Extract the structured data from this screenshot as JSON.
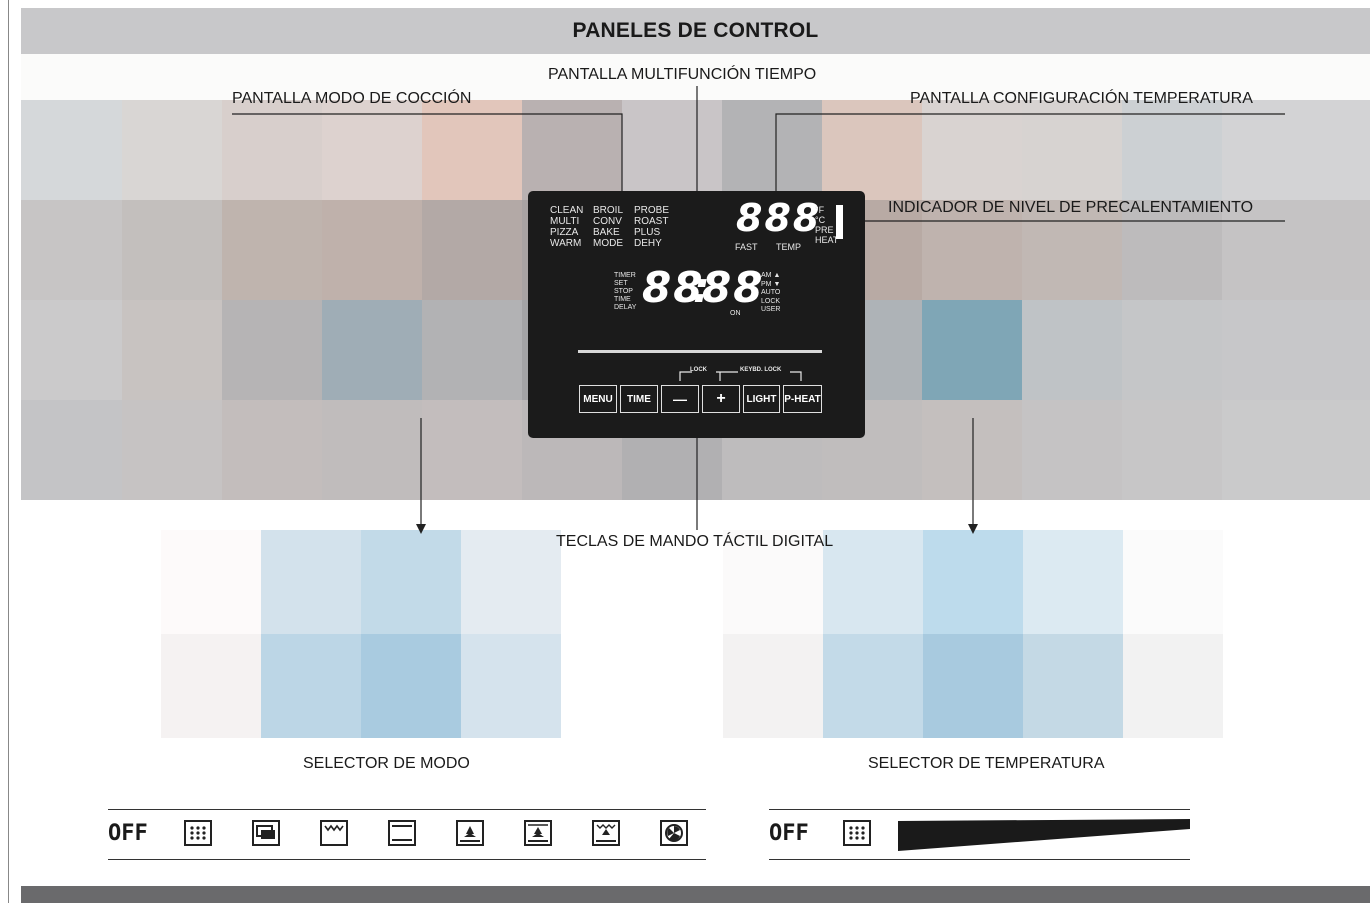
{
  "header": {
    "title": "PANELES DE CONTROL"
  },
  "callouts": {
    "cooking_mode_display": "PANTALLA MODO DE COCCIÓN",
    "multifunction_time_display": "PANTALLA MULTIFUNCIÓN TIEMPO",
    "temperature_setting_display": "PANTALLA CONFIGURACIÓN TEMPERATURA",
    "preheat_level_indicator": "INDICADOR DE NIVEL DE PRECALENTAMIENTO",
    "touch_keys": "TECLAS DE MANDO TÁCTIL DIGITAL"
  },
  "lcd": {
    "modes": {
      "col1": [
        "CLEAN",
        "MULTI",
        "PIZZA",
        "WARM"
      ],
      "col2": [
        "BROIL",
        "CONV",
        "BAKE",
        "MODE"
      ],
      "col3": [
        "PROBE",
        "ROAST",
        "PLUS",
        "DEHY"
      ]
    },
    "temp_digits": "888",
    "temp_units": [
      "°F",
      "°C",
      "PRE",
      "HEAT"
    ],
    "fast_label": "FAST",
    "temp_label": "TEMP",
    "timer_labels": [
      "TIMER",
      "SET",
      "STOP",
      "TIME",
      "DELAY"
    ],
    "clock_left": "88",
    "clock_colon": ":",
    "clock_right": "88",
    "ampm_labels": [
      "AM ▲",
      "PM ▼",
      "AUTO",
      "LOCK",
      "USER"
    ],
    "on_label": "ON",
    "lock_label": "LOCK",
    "keybd_lock_label": "KEYBD. LOCK",
    "keys": [
      "MENU",
      "TIME",
      "—",
      "+",
      "LIGHT",
      "P-HEAT"
    ]
  },
  "selectors": {
    "mode_label": "SELECTOR DE MODO",
    "temperature_label": "SELECTOR DE TEMPERATURA",
    "mode_off": "OFF",
    "temp_off": "OFF",
    "mode_icons": [
      "dots-grid-icon",
      "broil-element-icon",
      "top-heat-icon",
      "top-bottom-heat-icon",
      "fan-bottom-icon",
      "fan-bottom-heat-icon",
      "fan-top-bottom-icon",
      "convection-fan-icon"
    ],
    "temp_icons": [
      "dots-grid-icon",
      "temperature-ramp-icon"
    ]
  }
}
